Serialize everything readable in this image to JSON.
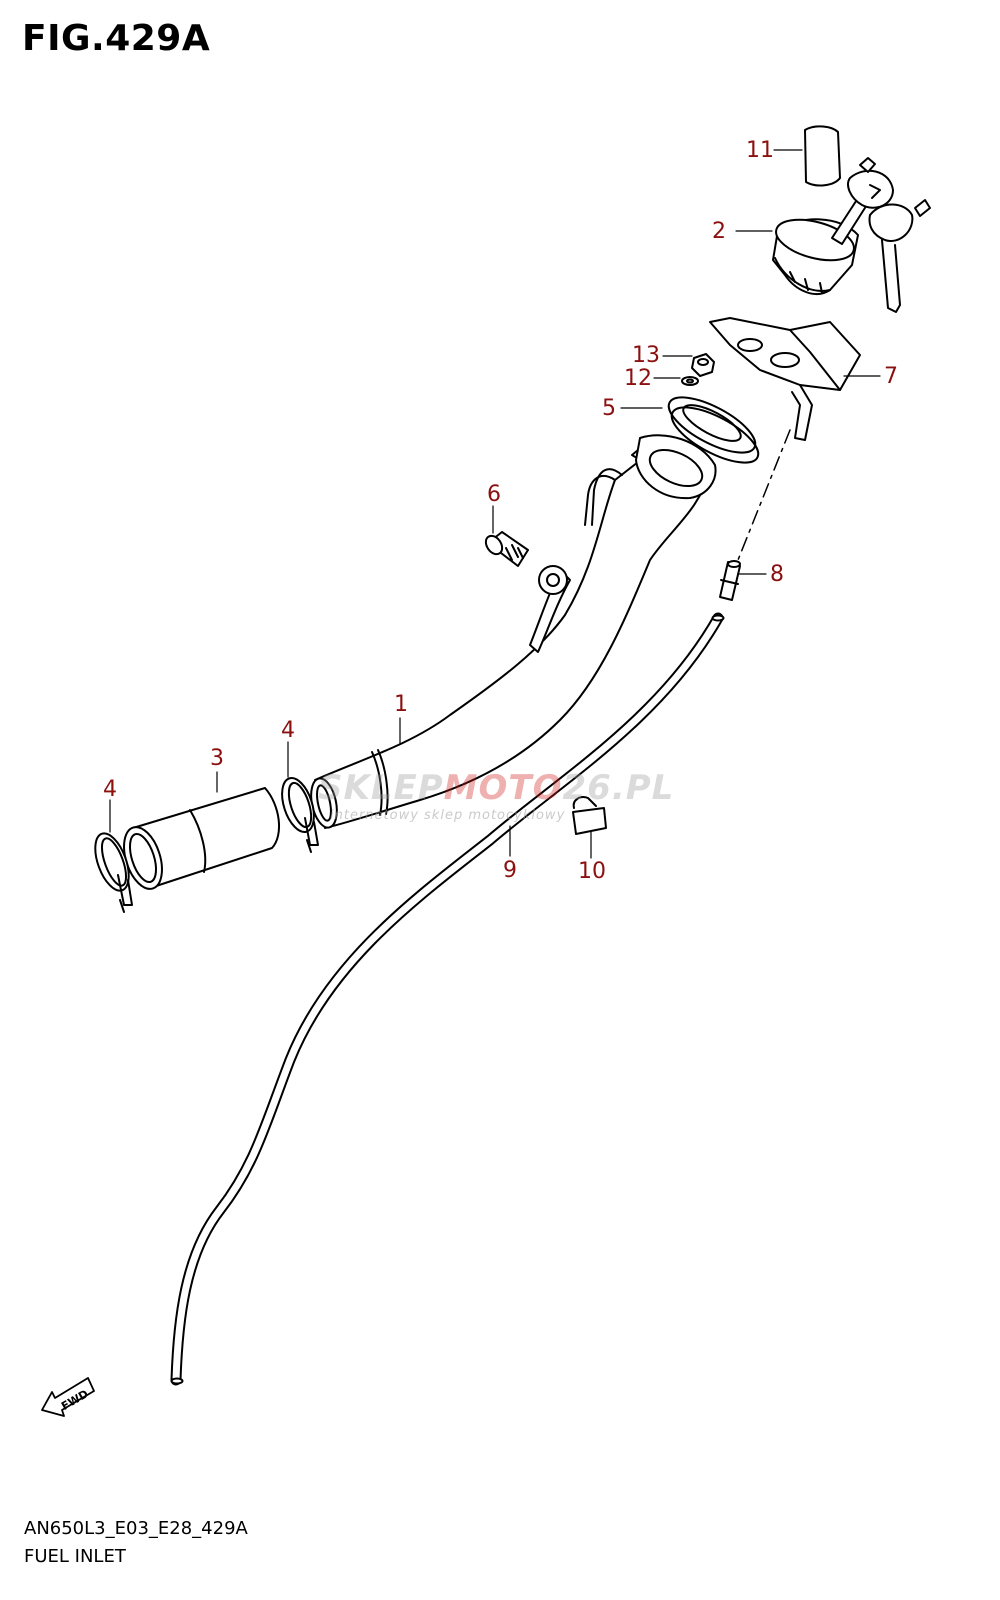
{
  "figure": {
    "title": "FIG.429A",
    "model_code": "AN650L3_E03_E28_429A",
    "name": "FUEL INLET"
  },
  "callout_color": "#8b1010",
  "callouts": [
    {
      "number": "1"
    },
    {
      "number": "2"
    },
    {
      "number": "3"
    },
    {
      "number": "4"
    },
    {
      "number": "4"
    },
    {
      "number": "5"
    },
    {
      "number": "6"
    },
    {
      "number": "7"
    },
    {
      "number": "8"
    },
    {
      "number": "9"
    },
    {
      "number": "10"
    },
    {
      "number": "11"
    },
    {
      "number": "12"
    },
    {
      "number": "13"
    }
  ],
  "direction_label": "FWD",
  "watermark": {
    "part1": "SKLEP",
    "part2": "MOTO",
    "part3": "26.PL",
    "tagline": "internetowy sklep motocyklowy"
  }
}
